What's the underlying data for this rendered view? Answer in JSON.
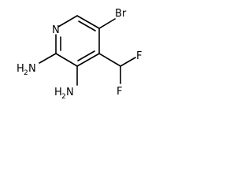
{
  "molecule": {
    "atoms": {
      "ring_n": "N",
      "bromine": "Br",
      "fluorine_upper": "F",
      "fluorine_lower": "F",
      "amine_left": {
        "symbol": "H",
        "subscript": "2",
        "suffix": "N"
      },
      "amine_bottom": {
        "symbol": "H",
        "subscript": "2",
        "suffix": "N"
      }
    }
  }
}
